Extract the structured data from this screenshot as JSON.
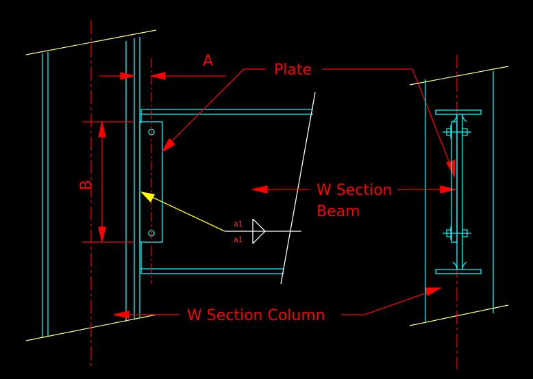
{
  "labels": {
    "dim_a": "A",
    "dim_b": "B",
    "plate": "Plate",
    "beam_line1": "W Section",
    "beam_line2": "Beam",
    "column": "W Section Column",
    "weld_top": "a1",
    "weld_bottom": "a1"
  },
  "colors": {
    "background": "#000000",
    "member": "#00ffff",
    "centerline": "#ff0000",
    "dimension": "#ff0000",
    "leader": "#ff0000",
    "break_line": "#ffff88",
    "weld_leader": "#ffff00",
    "label": "#ff0000"
  }
}
